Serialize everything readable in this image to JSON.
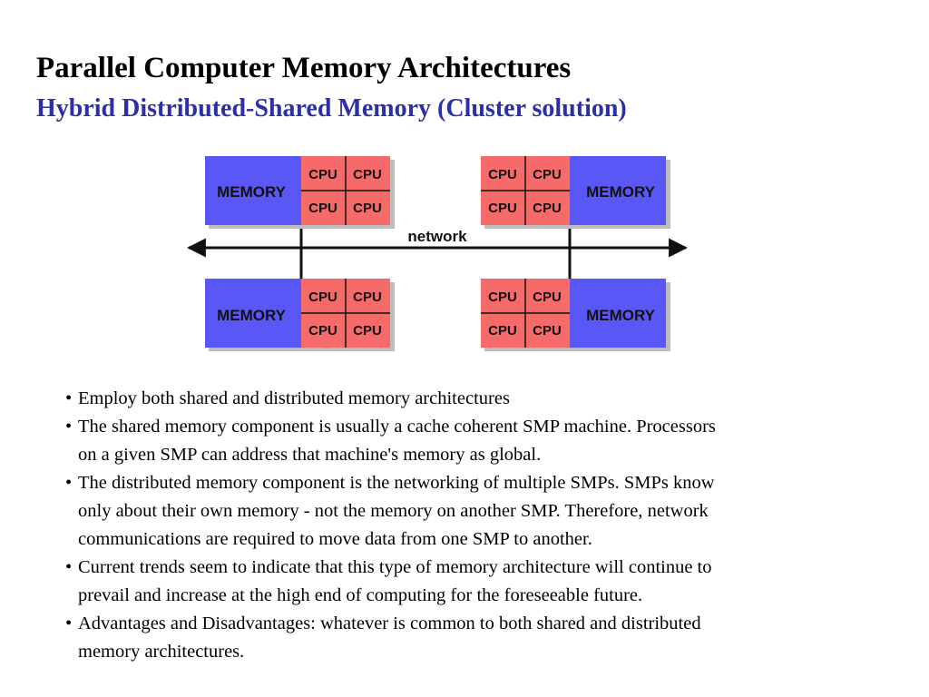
{
  "slide": {
    "title": "Parallel Computer Memory Architectures",
    "subtitle": "Hybrid Distributed-Shared Memory (Cluster solution)"
  },
  "diagram": {
    "network_label": "network",
    "memory_label": "MEMORY",
    "cpu_label": "CPU",
    "colors": {
      "memory": "#5a57f7",
      "cpu": "#f76a6a",
      "line": "#111111",
      "shadow": "#bdbdbd"
    }
  },
  "bullets": [
    {
      "marker": "•",
      "text": "Employ both shared and distributed memory architectures"
    },
    {
      "marker": "•",
      "text": "The shared memory component is usually a cache coherent SMP machine. Processors\n on a given SMP can address that machine's memory as global."
    },
    {
      "marker": "•",
      "text": "The distributed memory component is the networking of multiple SMPs. SMPs know\nonly about their own memory - not the memory on another SMP. Therefore, network\ncommunications are required to move data from one SMP to another."
    },
    {
      "marker": "•",
      "text": "Current trends seem to indicate that this type of memory architecture will continue to\n prevail and increase at the high end of computing for the foreseeable future."
    },
    {
      "marker": "•",
      "text": "Advantages and Disadvantages: whatever is common to both shared and distributed\n memory architectures."
    }
  ]
}
